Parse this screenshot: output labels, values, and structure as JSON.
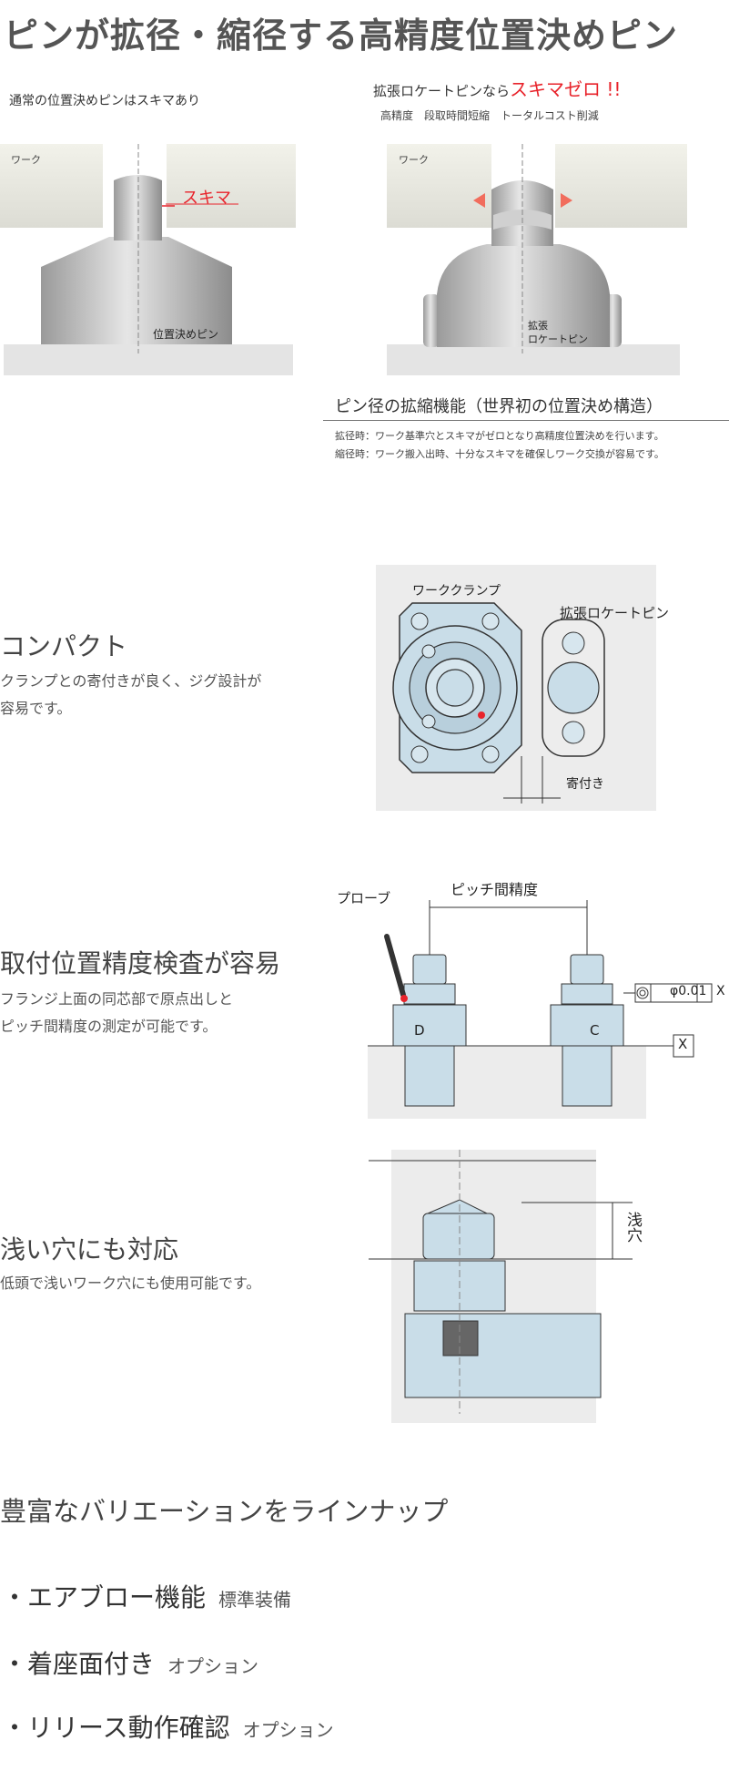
{
  "header": {
    "title": "ピンが拡径・縮径する高精度位置決めピン"
  },
  "compare": {
    "left_caption": "通常の位置決めピンはスキマあり",
    "right_caption_prefix": "拡張ロケートピンなら",
    "right_caption_emph": "スキマゼロ !!",
    "right_sub": "高精度　段取時間短縮　トータルコスト削減",
    "work_label": "ワーク",
    "gap_label": "スキマ",
    "left_pin_label": "位置決めピン",
    "right_pin_label_1": "拡張",
    "right_pin_label_2": "ロケートピン"
  },
  "function_box": {
    "title": "ピン径の拡縮機能（世界初の位置決め構造）",
    "line1": "拡径時：ワーク基準穴とスキマがゼロとなり高精度位置決めを行います。",
    "line2": "縮径時：ワーク搬入出時、十分なスキマを確保しワーク交換が容易です。"
  },
  "compact": {
    "heading": "コンパクト",
    "text1": "クランプとの寄付きが良く、ジグ設計が",
    "text2": "容易です。",
    "clamp_label": "ワーククランプ",
    "pin_label": "拡張ロケートピン",
    "approach_label": "寄付き"
  },
  "inspection": {
    "heading": "取付位置精度検査が容易",
    "text1": "フランジ上面の同芯部で原点出しと",
    "text2": "ピッチ間精度の測定が可能です。",
    "probe_label": "プローブ",
    "pitch_label": "ピッチ間精度",
    "tolerance_value": "φ0.01",
    "datum_label": "X",
    "pin_d": "D",
    "pin_c": "C"
  },
  "shallow": {
    "heading": "浅い穴にも対応",
    "text1": "低頭で浅いワーク穴にも使用可能です。",
    "dim_label": "浅穴"
  },
  "lineup": {
    "heading": "豊富なバリエーションをラインナップ",
    "items": [
      {
        "label": "エアブロー機能",
        "tag": "標準装備"
      },
      {
        "label": "着座面付き",
        "tag": "オプション"
      },
      {
        "label": "リリース動作確認",
        "tag": "オプション"
      }
    ]
  },
  "colors": {
    "accent_red": "#e8232b",
    "part_blue": "#c9dde8",
    "gray_bg": "#e8e8e8"
  }
}
